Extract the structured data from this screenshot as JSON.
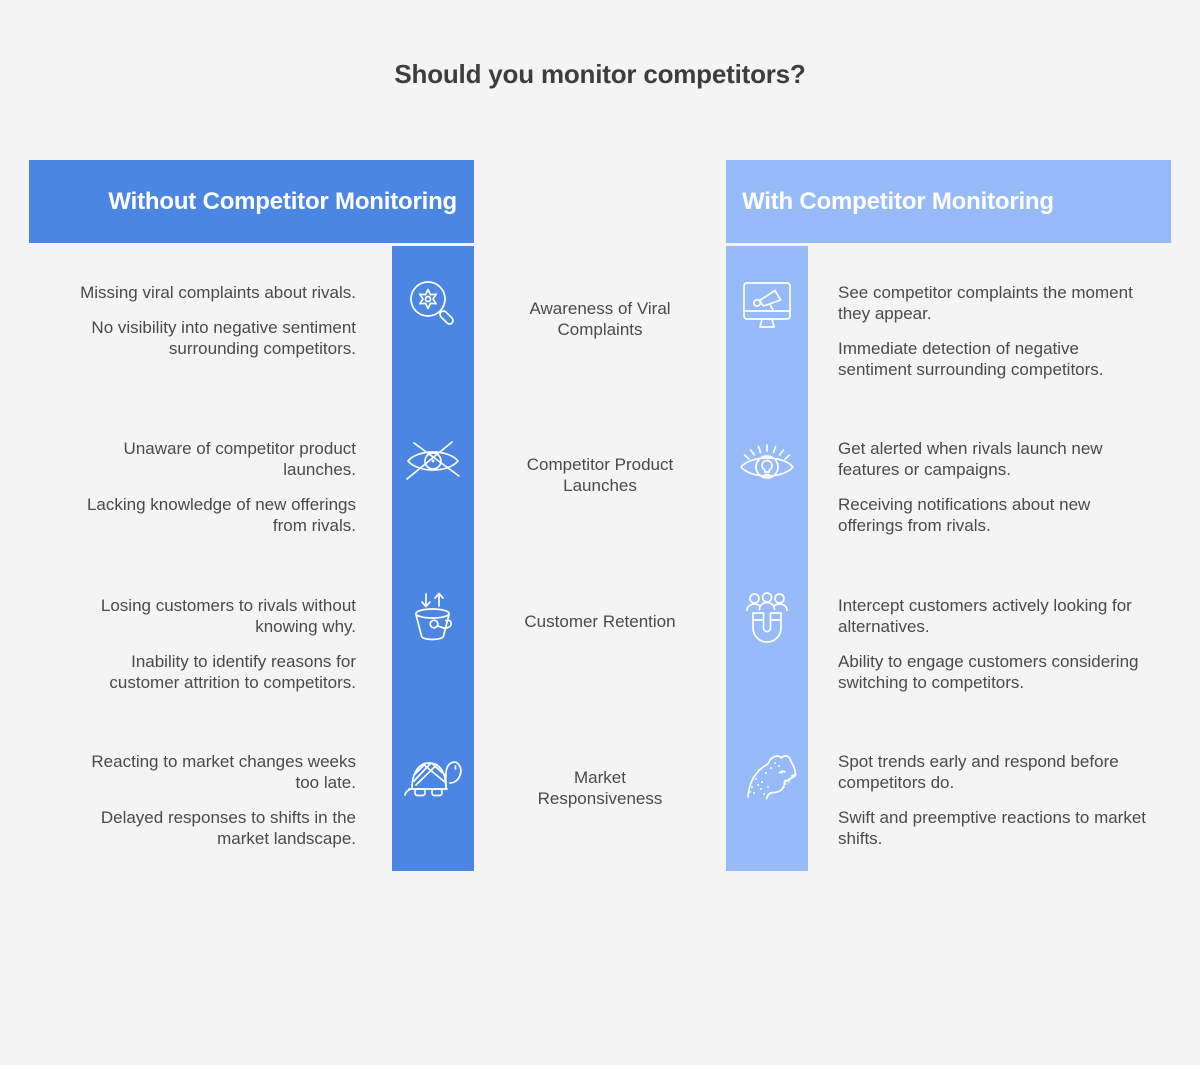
{
  "title": "Should you monitor competitors?",
  "background_color": "#f5f4f5",
  "text_color": "#4a4a4a",
  "left_column": {
    "header": "Without Competitor Monitoring",
    "color": "#4b86e3"
  },
  "right_column": {
    "header": "With Competitor Monitoring",
    "color": "#97baf9"
  },
  "rows": [
    {
      "label": "Awareness of Viral Complaints",
      "left_icon": "magnifier-gear-icon",
      "right_icon": "monitor-megaphone-icon",
      "left_points": [
        "Missing viral complaints about rivals.",
        "No visibility into negative sentiment surrounding competitors."
      ],
      "right_points": [
        "See competitor complaints the moment they appear.",
        "Immediate detection of negative sentiment surrounding competitors."
      ]
    },
    {
      "label": "Competitor Product Launches",
      "left_icon": "crossed-eye-icon",
      "right_icon": "eye-bulb-icon",
      "left_points": [
        "Unaware of competitor product launches.",
        "Lacking knowledge of new offerings from rivals."
      ],
      "right_points": [
        "Get alerted when rivals launch new features or campaigns.",
        "Receiving notifications about new offerings from rivals."
      ]
    },
    {
      "label": "Customer Retention",
      "left_icon": "leaky-bucket-icon",
      "right_icon": "magnet-people-icon",
      "left_points": [
        "Losing customers to rivals without knowing why.",
        "Inability to identify reasons for customer attrition to competitors."
      ],
      "right_points": [
        "Intercept customers actively looking for alternatives.",
        "Ability to engage customers considering switching to competitors."
      ]
    },
    {
      "label": "Market Responsiveness",
      "left_icon": "turtle-icon",
      "right_icon": "cheetah-icon",
      "left_points": [
        "Reacting to market changes weeks too late.",
        "Delayed responses to shifts in the market landscape."
      ],
      "right_points": [
        "Spot trends early and respond before competitors do.",
        "Swift and preemptive reactions to market shifts."
      ]
    }
  ]
}
